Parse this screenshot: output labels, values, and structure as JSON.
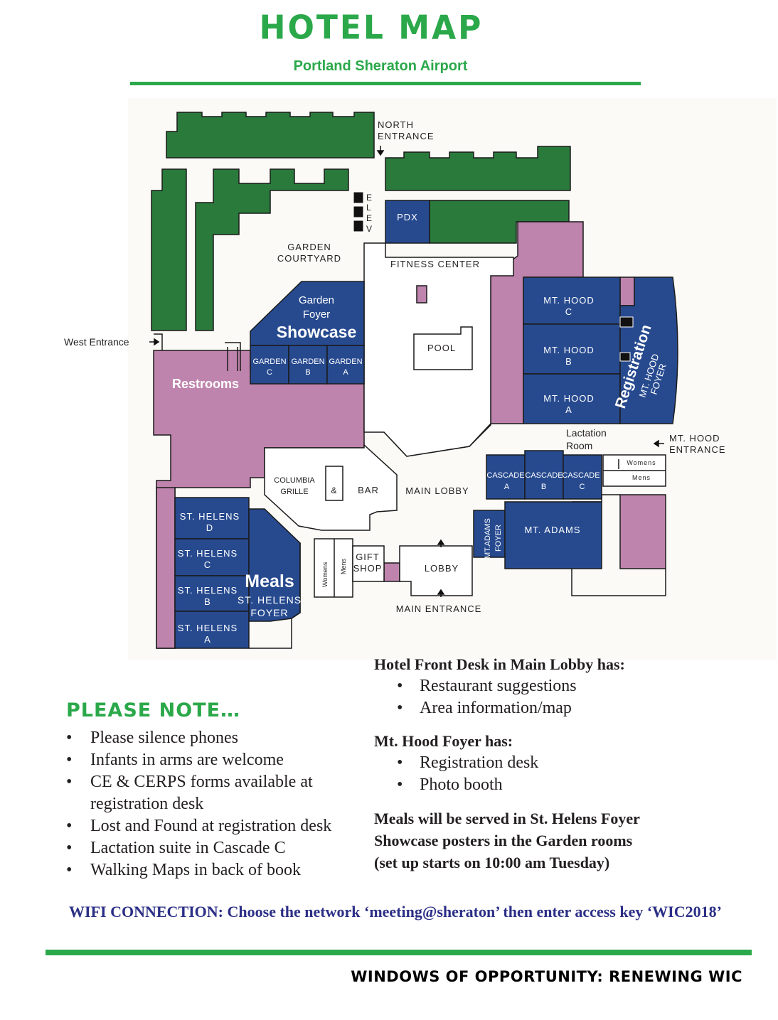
{
  "header": {
    "title": "HOTEL MAP",
    "subtitle": "Portland Sheraton Airport"
  },
  "map": {
    "north_entrance": [
      "NORTH",
      "ENTRANCE"
    ],
    "west_entrance": "West Entrance",
    "garden_courtyard": [
      "GARDEN",
      "COURTYARD"
    ],
    "elev": [
      "E",
      "L",
      "E",
      "V"
    ],
    "pdx": "PDX",
    "fitness_center": "FITNESS CENTER",
    "garden_foyer": [
      "Garden",
      "Foyer"
    ],
    "showcase": "Showcase",
    "garden_c": [
      "GARDEN",
      "C"
    ],
    "garden_b": [
      "GARDEN",
      "B"
    ],
    "garden_a": [
      "GARDEN",
      "A"
    ],
    "restrooms": "Restrooms",
    "pool": "POOL",
    "mt_hood_c": [
      "MT. HOOD",
      "C"
    ],
    "mt_hood_b": [
      "MT. HOOD",
      "B"
    ],
    "mt_hood_a": [
      "MT. HOOD",
      "A"
    ],
    "registration": "Registration",
    "mt_hood_foyer": [
      "MT. HOOD",
      "FOYER"
    ],
    "lactation_room": [
      "Lactation",
      "Room"
    ],
    "mt_hood_entrance": [
      "MT. HOOD",
      "ENTRANCE"
    ],
    "womens": "Womens",
    "mens": "Mens",
    "columbia_grille": [
      "COLUMBIA",
      "GRILLE"
    ],
    "ampersand": "&",
    "bar": "BAR",
    "main_lobby": "MAIN LOBBY",
    "cascade_a": [
      "CASCADE",
      "A"
    ],
    "cascade_b": [
      "CASCADE",
      "B"
    ],
    "cascade_c": [
      "CASCADE",
      "C"
    ],
    "mt_adams_foyer": [
      "MT.ADAMS",
      "FOYER"
    ],
    "mt_adams": "MT. ADAMS",
    "st_helens_d": [
      "ST. HELENS",
      "D"
    ],
    "st_helens_c": [
      "ST. HELENS",
      "C"
    ],
    "st_helens_b": [
      "ST. HELENS",
      "B"
    ],
    "st_helens_a": [
      "ST. HELENS",
      "A"
    ],
    "meals": "Meals",
    "st_helens_foyer": [
      "ST. HELENS",
      "FOYER"
    ],
    "gift_shop": [
      "GIFT",
      "SHOP"
    ],
    "lobby": "LOBBY",
    "main_entrance": "MAIN ENTRANCE",
    "colors": {
      "green": "#2a7a3b",
      "blue": "#274a8f",
      "pink": "#bf84ad",
      "brand_green": "#2ba84a",
      "wifi_blue": "#2b2f86"
    }
  },
  "front_desk": {
    "heading": "Hotel Front Desk in Main Lobby has:",
    "items": [
      "Restaurant suggestions",
      "Area information/map"
    ]
  },
  "mt_hood_foyer_info": {
    "heading": "Mt. Hood Foyer has:",
    "items": [
      "Registration desk",
      "Photo booth"
    ]
  },
  "schedule": [
    "Meals will be served in St. Helens Foyer",
    "Showcase posters in the Garden rooms",
    "(set up starts on 10:00 am Tuesday)"
  ],
  "please_note": {
    "heading": "PLEASE NOTE…",
    "items": [
      "Please silence phones",
      "Infants in arms are welcome",
      "CE & CERPS forms available at registration desk",
      "Lost and Found at registration desk",
      "Lactation suite in Cascade C",
      "Walking Maps in back of book"
    ]
  },
  "wifi": "WIFI CONNECTION: Choose the network ‘meeting@sheraton’ then enter access key ‘WIC2018’",
  "footer": "WINDOWS OF OPPORTUNITY: RENEWING WIC"
}
